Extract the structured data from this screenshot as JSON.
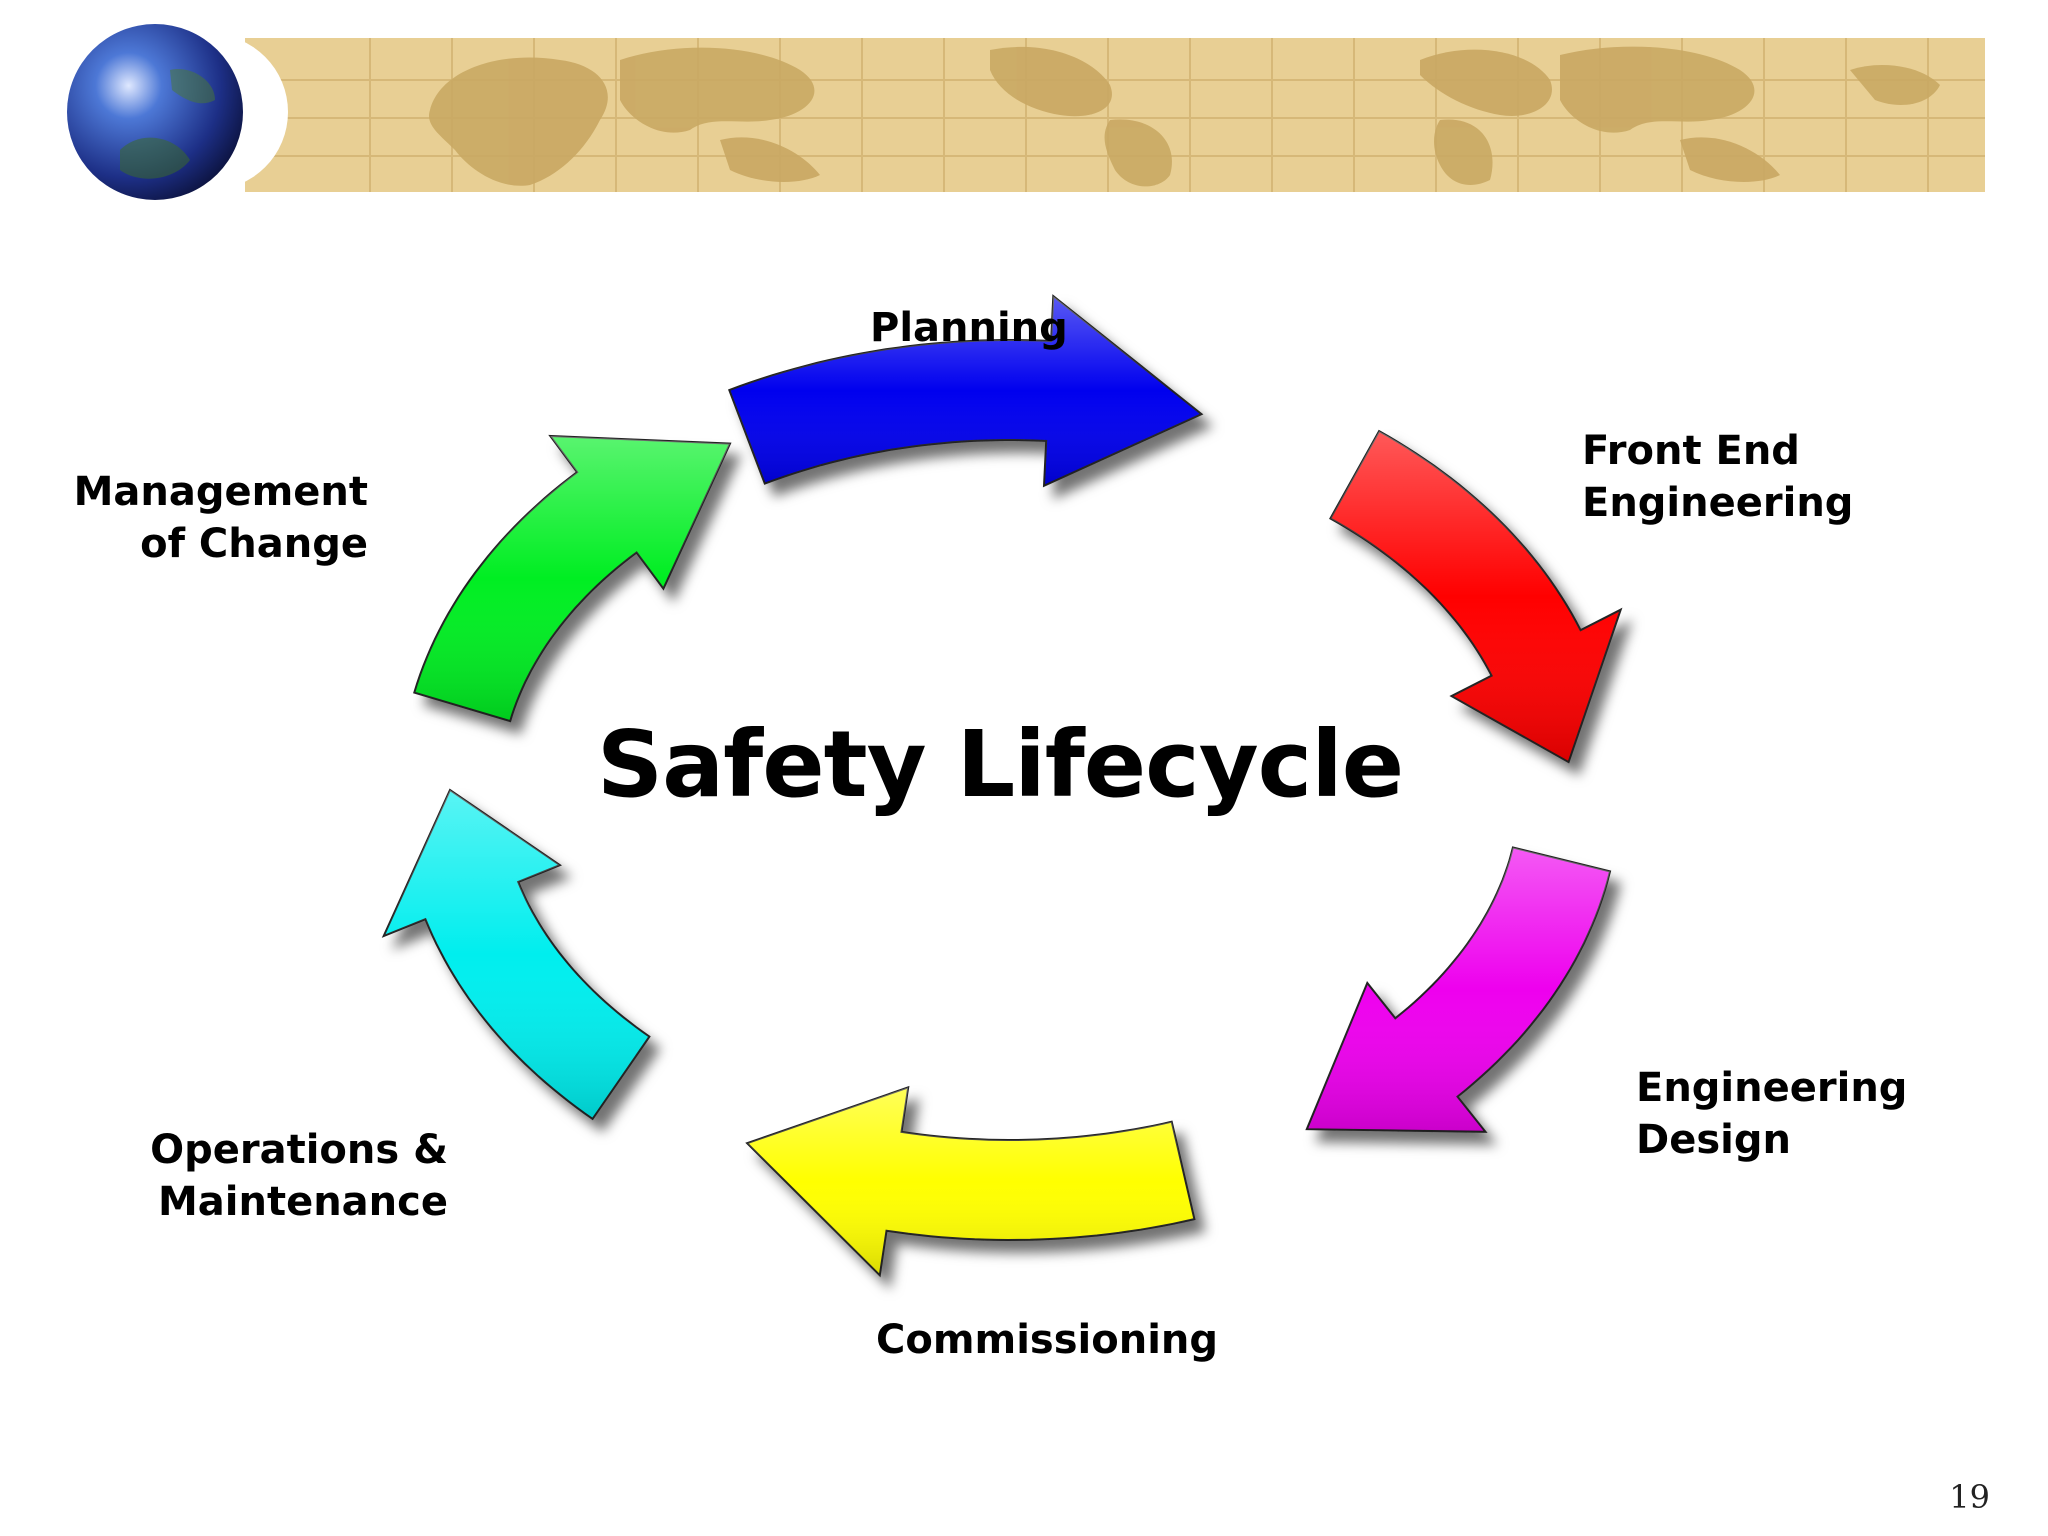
{
  "slide": {
    "title": "Safety Lifecycle",
    "page_number": "19"
  },
  "stages": [
    {
      "id": "planning",
      "label": "Planning",
      "color": "#0000ee"
    },
    {
      "id": "front-end-engineering",
      "label": "Front End\nEngineering",
      "color": "#ff0000"
    },
    {
      "id": "engineering-design",
      "label": "Engineering\nDesign",
      "color": "#ee00ee"
    },
    {
      "id": "commissioning",
      "label": "Commissioning",
      "color": "#ffff00"
    },
    {
      "id": "operations-maintenance",
      "label": "Operations &\nMaintenance",
      "color": "#00eeee"
    },
    {
      "id": "management-of-change",
      "label": "Management\nof Change",
      "color": "#00ee22"
    }
  ],
  "theme": {
    "banner_color": "#e8cf94",
    "map_color": "#c9a863",
    "grid_color": "#d6b878"
  }
}
